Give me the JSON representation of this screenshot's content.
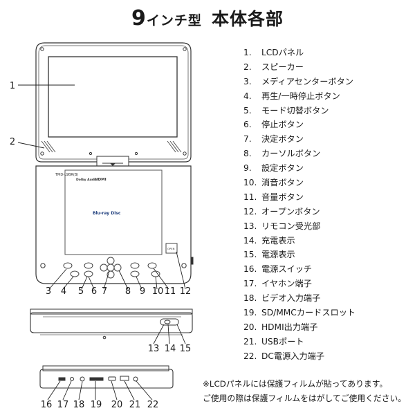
{
  "title": {
    "num": "9",
    "size_suffix": "インチ型",
    "main": "本体各部"
  },
  "parts": [
    {
      "n": "1.",
      "label": "LCDパネル"
    },
    {
      "n": "2.",
      "label": "スピーカー"
    },
    {
      "n": "3.",
      "label": "メディアセンターボタン"
    },
    {
      "n": "4.",
      "label": "再生/一時停止ボタン"
    },
    {
      "n": "5.",
      "label": "モード切替ボタン"
    },
    {
      "n": "6.",
      "label": "停止ボタン"
    },
    {
      "n": "7.",
      "label": "決定ボタン"
    },
    {
      "n": "8.",
      "label": "カーソルボタン"
    },
    {
      "n": "9.",
      "label": "設定ボタン"
    },
    {
      "n": "10.",
      "label": "消音ボタン"
    },
    {
      "n": "11.",
      "label": "音量ボタン"
    },
    {
      "n": "12.",
      "label": "オープンボタン"
    },
    {
      "n": "13.",
      "label": "リモコン受光部"
    },
    {
      "n": "14.",
      "label": "充電表示"
    },
    {
      "n": "15.",
      "label": "電源表示"
    },
    {
      "n": "16.",
      "label": "電源スイッチ"
    },
    {
      "n": "17.",
      "label": "イヤホン端子"
    },
    {
      "n": "18.",
      "label": "ビデオ入力端子"
    },
    {
      "n": "19.",
      "label": "SD/MMCカードスロット"
    },
    {
      "n": "20.",
      "label": "HDMI出力端子"
    },
    {
      "n": "21.",
      "label": "USBポート"
    },
    {
      "n": "22.",
      "label": "DC電源入力端子"
    }
  ],
  "note": {
    "line1": "※LCDパネルには保護フィルムが貼ってあります。",
    "line2": "ご使用の際は保護フィルムをはがしてご使用ください。"
  },
  "callouts": {
    "c1": "1",
    "c2": "2",
    "c3": "3",
    "c4": "4",
    "c5": "5",
    "c6": "6",
    "c7": "7",
    "c8": "8",
    "c9": "9",
    "c10": "10",
    "c11": "11",
    "c12": "12",
    "c13": "13",
    "c14": "14",
    "c15": "15",
    "c16": "16",
    "c17": "17",
    "c18": "18",
    "c19": "19",
    "c20": "20",
    "c21": "21",
    "c22": "22"
  },
  "device": {
    "model": "TMD-L9BR(B)",
    "hdmi_logo": "HDMI",
    "dolby_logo": "Dolby Audio",
    "bluray_logo": "Blu-ray Disc",
    "open_button": "OPEN"
  }
}
